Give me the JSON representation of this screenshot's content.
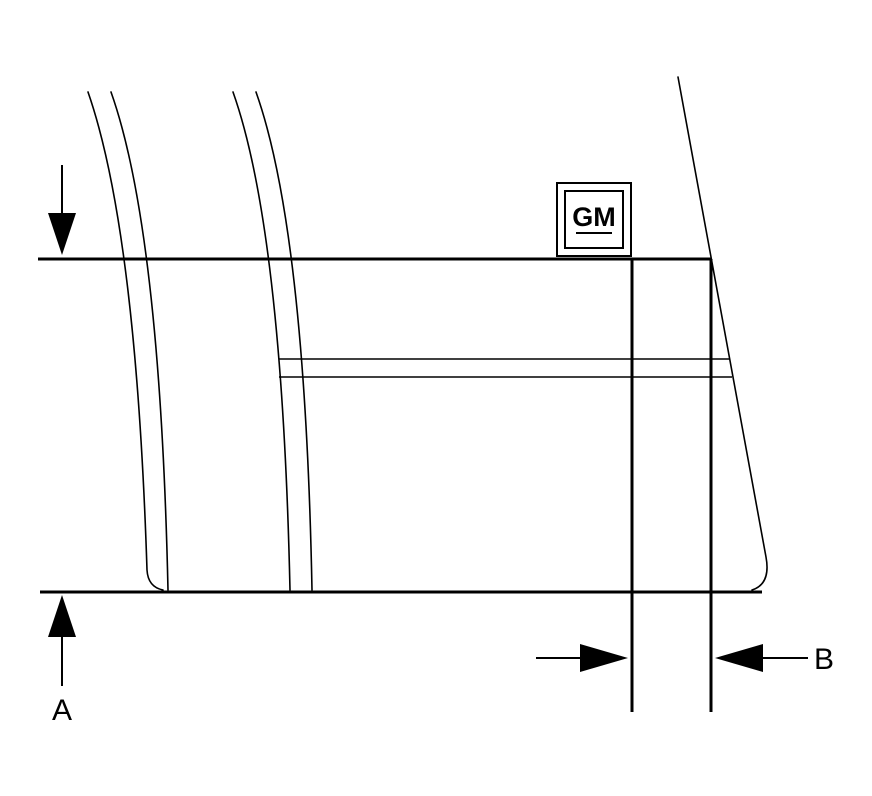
{
  "labels": {
    "a": "A",
    "b": "B"
  },
  "logo": {
    "text": "GM"
  },
  "colors": {
    "line": "#000000",
    "background": "#ffffff"
  }
}
